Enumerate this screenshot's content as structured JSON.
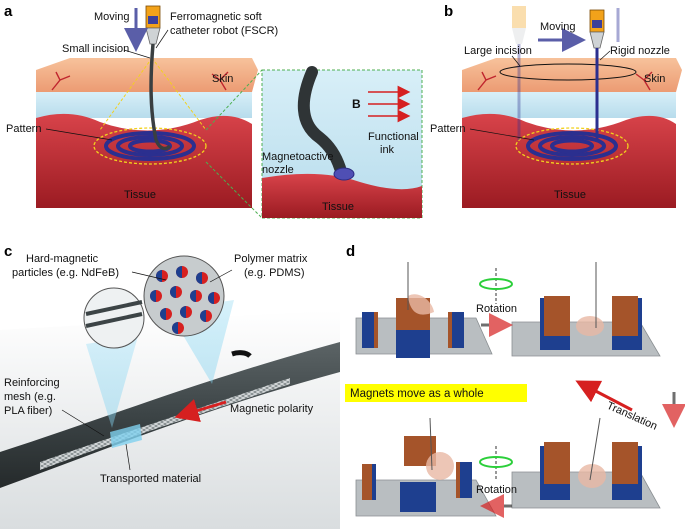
{
  "panels": {
    "a": {
      "letter": "a",
      "moving": "Moving",
      "catheter": "Ferromagnetic soft",
      "catheter2": "catheter robot (FSCR)",
      "incision": "Small incision",
      "skin": "Skin",
      "pattern": "Pattern",
      "tissue": "Tissue",
      "field": "B",
      "nozzle1": "Magnetoactive",
      "nozzle2": "nozzle",
      "ink1": "Functional",
      "ink2": "ink",
      "tissue_inset": "Tissue"
    },
    "b": {
      "letter": "b",
      "moving": "Moving",
      "incision": "Large incision",
      "nozzle": "Rigid nozzle",
      "skin": "Skin",
      "pattern": "Pattern",
      "tissue": "Tissue"
    },
    "c": {
      "letter": "c",
      "particles1": "Hard-magnetic",
      "particles2": "particles (e.g. NdFeB)",
      "matrix1": "Polymer matrix",
      "matrix2": "(e.g. PDMS)",
      "mesh1": "Reinforcing",
      "mesh2": "mesh (e.g.",
      "mesh3": "PLA fiber)",
      "polarity": "Magnetic polarity",
      "transported": "Transported material"
    },
    "d": {
      "letter": "d",
      "rotation_top": "Rotation",
      "rotation_bottom": "Rotation",
      "translation": "Translation",
      "whole": "Magnets move as a whole"
    }
  },
  "colors": {
    "skin": "#f4b48a",
    "tissue": "#c0262e",
    "fluid": "#c9e8f4",
    "pattern": "#2b2f8f",
    "highlight": "#ffff00",
    "arrow_red": "#d62020",
    "magnet_blue": "#1e3f8f",
    "magnet_orange": "#a5542a"
  }
}
